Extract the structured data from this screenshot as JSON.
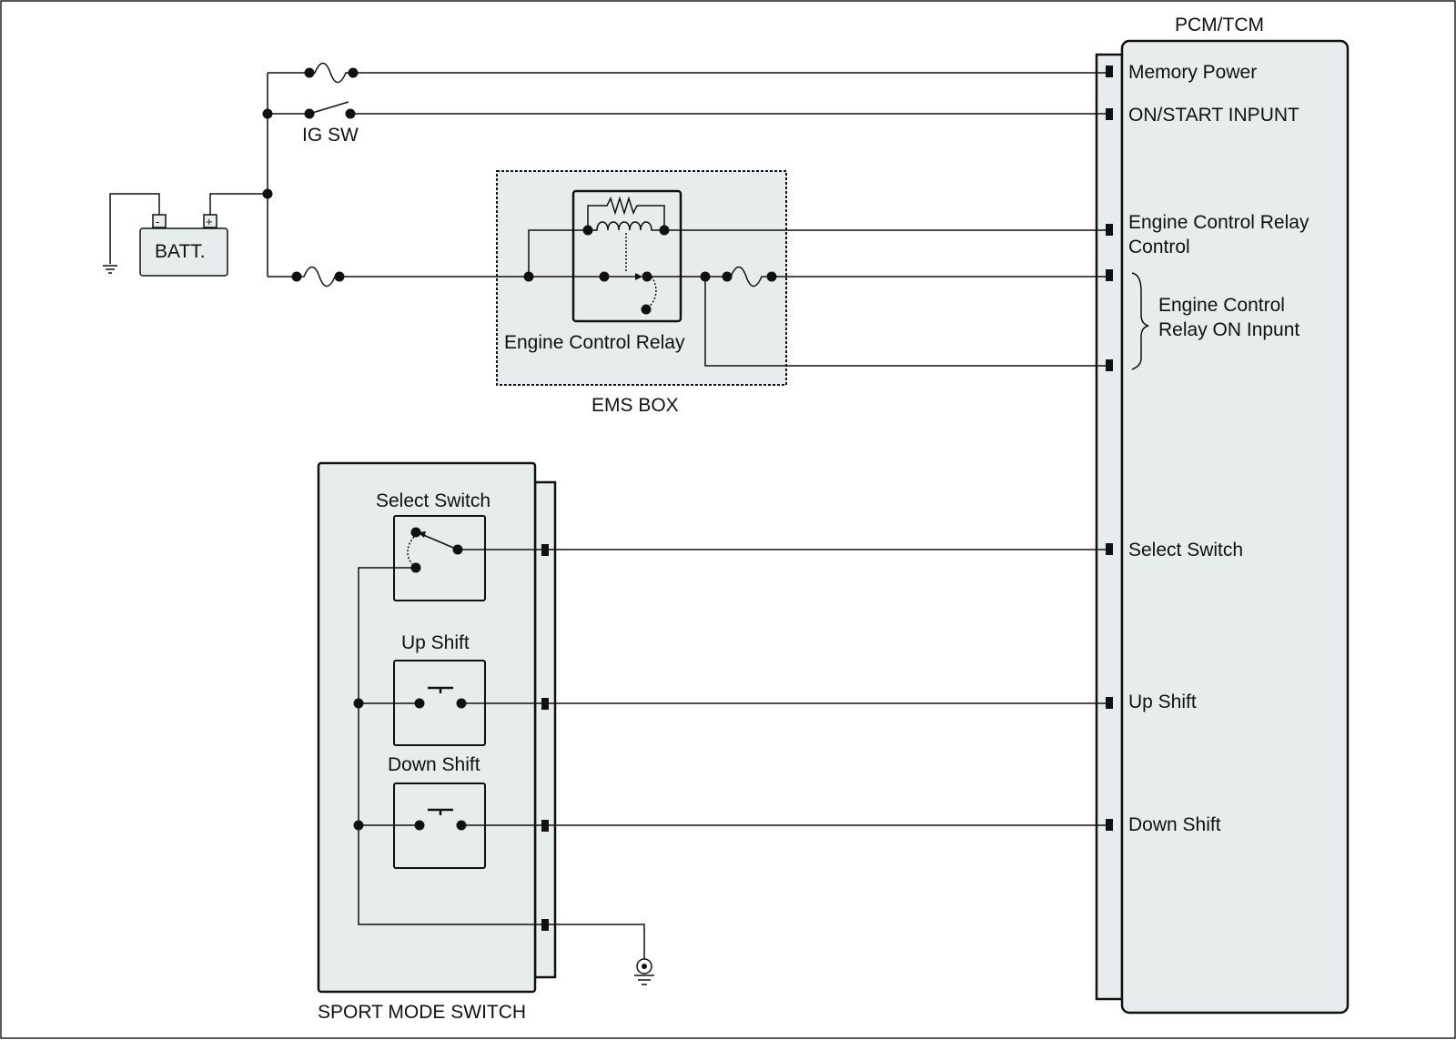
{
  "pcm": {
    "title": "PCM/TCM",
    "pins": {
      "memory_power": "Memory Power",
      "on_start": "ON/START  INPUNT",
      "ecr_control_1": "Engine Control Relay",
      "ecr_control_2": "Control",
      "ecr_on_1": "Engine Control",
      "ecr_on_2": "Relay ON Inpunt",
      "select_switch": "Select Switch",
      "up_shift": "Up  Shift",
      "down_shift": "Down  Shift"
    }
  },
  "battery": {
    "label": "BATT.",
    "neg": "-",
    "pos": "+"
  },
  "ig_switch": {
    "label": "IG SW"
  },
  "ems_box": {
    "title": "EMS BOX",
    "relay_label": "Engine Control Relay"
  },
  "sport_mode": {
    "title": "SPORT MODE SWITCH",
    "select_label": "Select Switch",
    "up_label": "Up  Shift",
    "down_label": "Down  Shift"
  }
}
